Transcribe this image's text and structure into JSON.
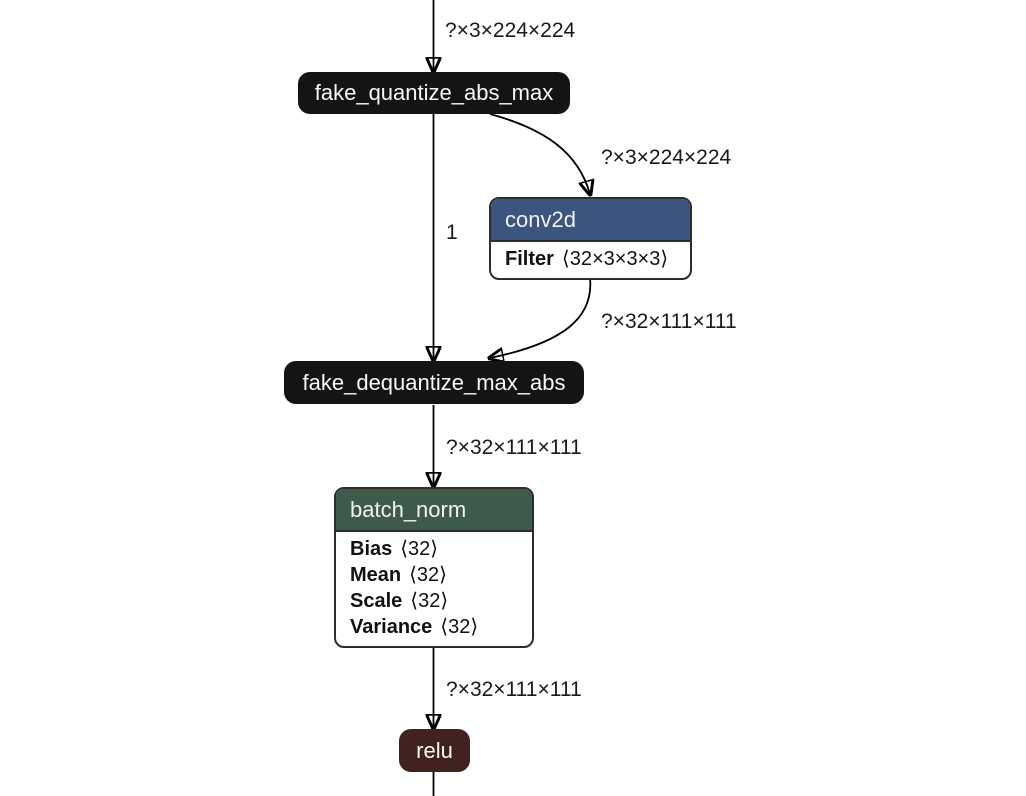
{
  "app": {
    "description": "neural network model graph view",
    "canvas_background": "#ffffff"
  },
  "colors": {
    "dark_node_fill": "#141414",
    "conv2d_header": "#3b557f",
    "batch_norm_header": "#3e5a4a",
    "relu_fill": "#42221f",
    "node_border": "#2d2d2d",
    "edge": "#000000",
    "edge_label_text": "#1a1a1a",
    "attribute_text": "#111111",
    "node_label_text": "#f7f7f7"
  },
  "nodes": {
    "fake_quantize": {
      "label": "fake_quantize_abs_max"
    },
    "conv2d": {
      "label": "conv2d",
      "attributes": [
        {
          "name": "Filter",
          "value": "⟨32×3×3×3⟩"
        }
      ]
    },
    "fake_dequantize": {
      "label": "fake_dequantize_max_abs"
    },
    "batch_norm": {
      "label": "batch_norm",
      "attributes": [
        {
          "name": "Bias",
          "value": "⟨32⟩"
        },
        {
          "name": "Mean",
          "value": "⟨32⟩"
        },
        {
          "name": "Scale",
          "value": "⟨32⟩"
        },
        {
          "name": "Variance",
          "value": "⟨32⟩"
        }
      ]
    },
    "relu": {
      "label": "relu"
    }
  },
  "edge_labels": {
    "input_to_fake_quantize": "?×3×224×224",
    "fake_quantize_to_conv2d": "?×3×224×224",
    "fake_quantize_to_fake_dequantize": "1",
    "conv2d_to_fake_dequantize": "?×32×111×111",
    "fake_dequantize_to_batch_norm": "?×32×111×111",
    "batch_norm_to_relu": "?×32×111×111"
  }
}
